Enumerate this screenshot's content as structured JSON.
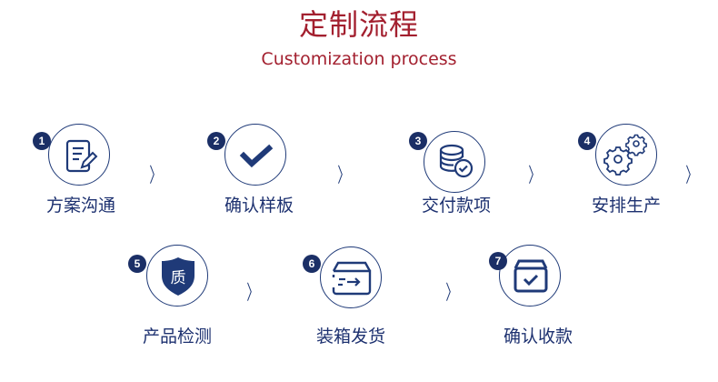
{
  "header": {
    "title": "定制流程",
    "subtitle": "Customization process"
  },
  "colors": {
    "title": "#a3202f",
    "accent": "#1f3a78",
    "badge": "#1b2f66"
  },
  "steps": [
    {
      "number": "1",
      "label": "方案沟通",
      "icon": "document-edit-icon"
    },
    {
      "number": "2",
      "label": "确认样板",
      "icon": "checkmark-icon"
    },
    {
      "number": "3",
      "label": "交付款项",
      "icon": "coins-check-icon"
    },
    {
      "number": "4",
      "label": "安排生产",
      "icon": "gears-icon"
    },
    {
      "number": "5",
      "label": "产品检测",
      "icon": "quality-shield-icon",
      "icon_text": "质"
    },
    {
      "number": "6",
      "label": "装箱发货",
      "icon": "box-shipping-icon"
    },
    {
      "number": "7",
      "label": "确认收款",
      "icon": "box-check-icon"
    }
  ],
  "arrow_glyph": "〉"
}
